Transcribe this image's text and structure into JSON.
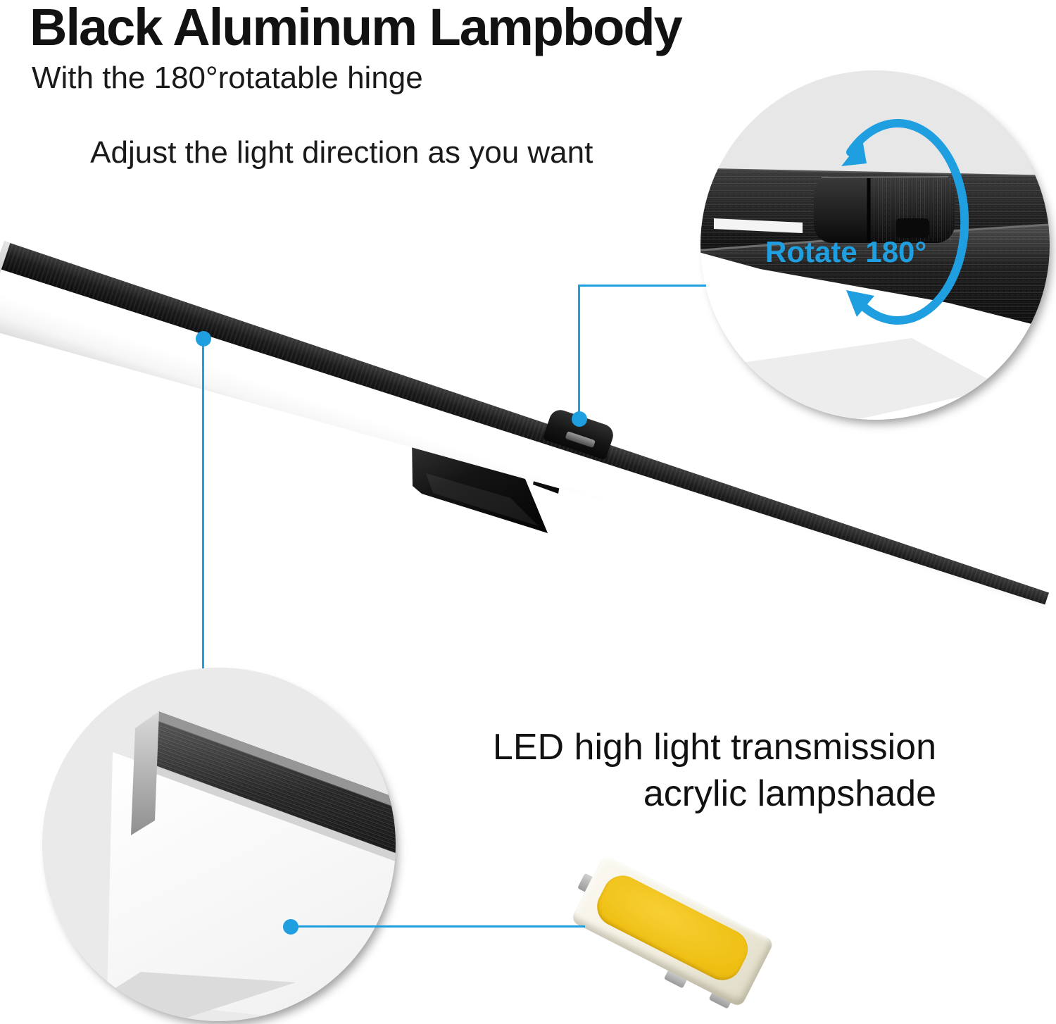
{
  "header": {
    "title": "Black Aluminum Lampbody",
    "subtitle_lines": [
      "With the 180°rotatable hinge",
      "Adjust the light direction as you want"
    ]
  },
  "hinge_detail": {
    "rotate_label": "Rotate 180°"
  },
  "lampshade_detail": {
    "caption_lines": [
      "LED high light transmission",
      "acrylic lampshade"
    ]
  },
  "colors": {
    "accent_blue": "#1F9FE0",
    "lamp_black": "#1B1B1B",
    "acrylic_white": "#FFFFFF",
    "detail_circle_gray": "#EAEAEA",
    "led_yellow": "#EFC014",
    "led_body_cream": "#F2EFE1"
  },
  "icons": {
    "rotate_arrow": "rotate-arrow-icon",
    "callout_dot": "callout-dot",
    "callout_line": "callout-line"
  }
}
